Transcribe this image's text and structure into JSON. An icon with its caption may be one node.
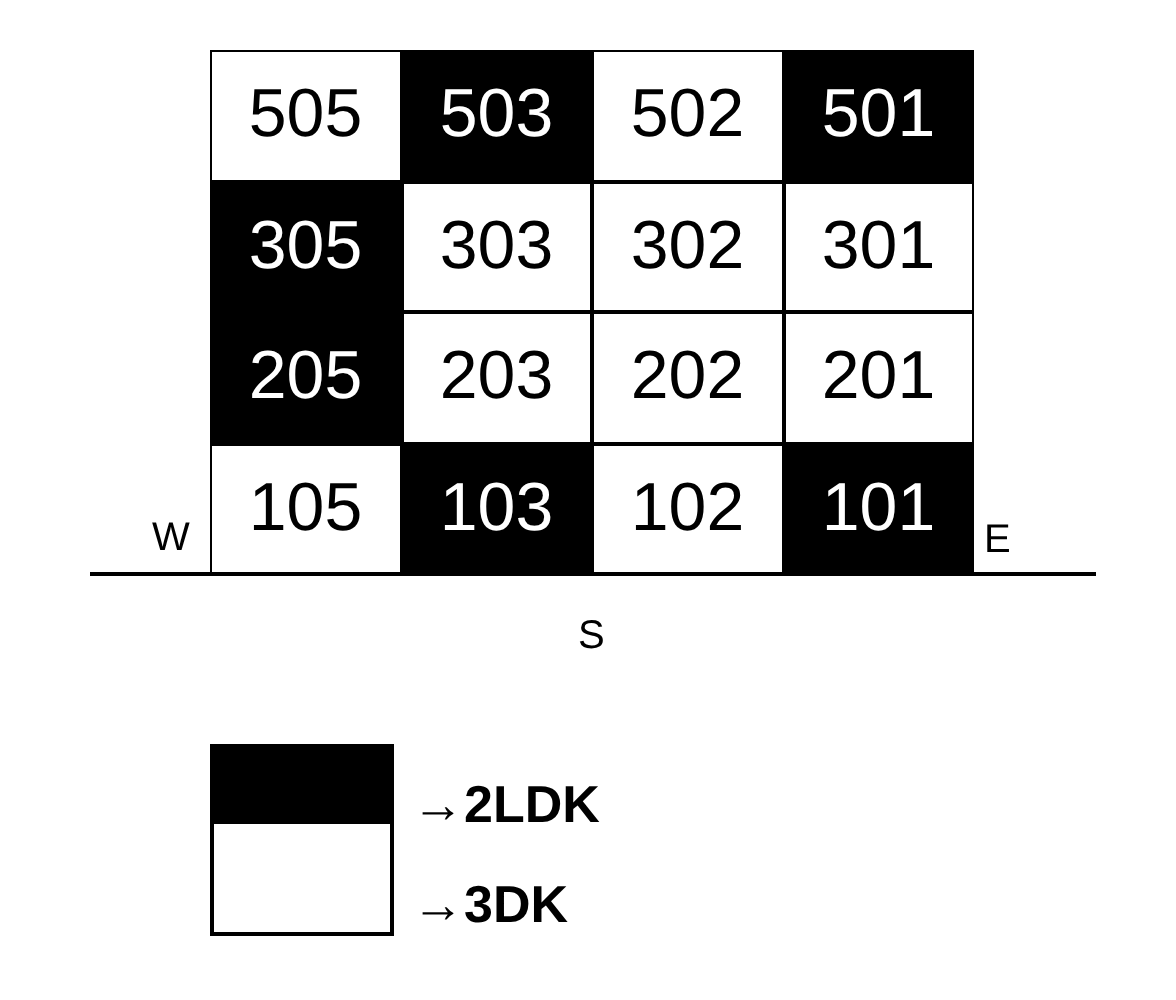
{
  "diagram": {
    "nodes": [
      {
        "text": [
          "505"
        ]
      },
      {
        "text": [
          "503"
        ]
      },
      {
        "text": [
          "502"
        ]
      },
      {
        "text": [
          "501"
        ]
      },
      {
        "text": [
          "305"
        ]
      },
      {
        "text": [
          "303"
        ]
      },
      {
        "text": [
          "302"
        ]
      },
      {
        "text": [
          "301"
        ]
      },
      {
        "text": [
          "205"
        ]
      },
      {
        "text": [
          "203"
        ]
      },
      {
        "text": [
          "202"
        ]
      },
      {
        "text": [
          "201"
        ]
      },
      {
        "text": [
          "105"
        ]
      },
      {
        "text": [
          "103"
        ]
      },
      {
        "text": [
          "102"
        ]
      },
      {
        "text": [
          "101"
        ]
      }
    ],
    "labels": [
      "W",
      "E",
      "S"
    ],
    "legend": [
      {
        "text": "→2LDK",
        "color": "#000000"
      },
      {
        "text": "→3DK",
        "color": "#ffffff"
      }
    ]
  }
}
